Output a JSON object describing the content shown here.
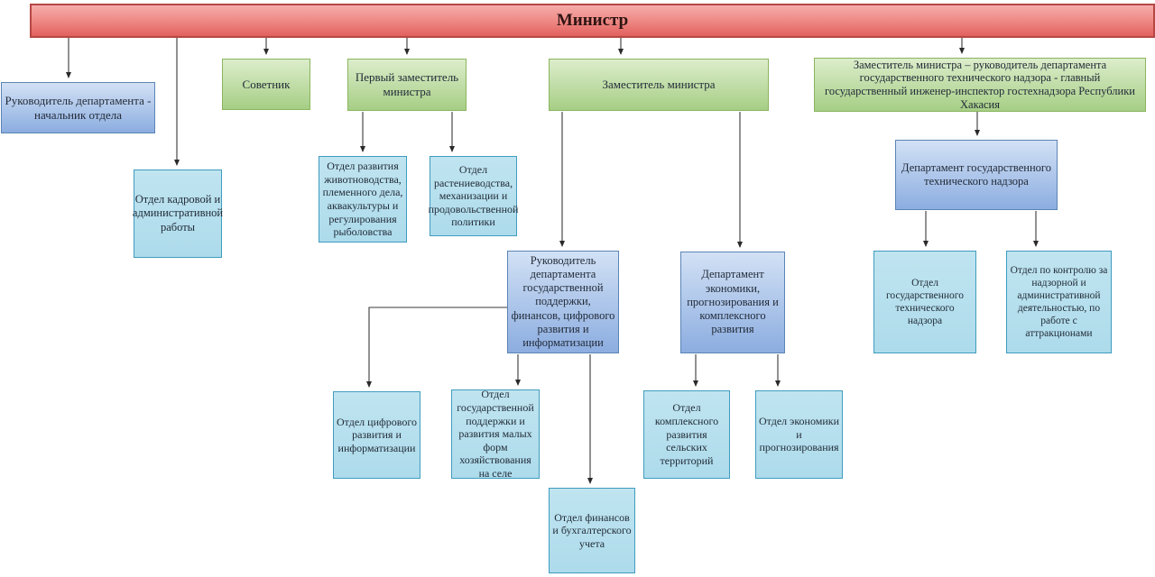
{
  "diagram": {
    "type": "org-chart",
    "language": "ru",
    "root": "Министр"
  },
  "palette": {
    "red_top": "#f5acaa",
    "red_bottom": "#e2615e",
    "red_border": "#b64743",
    "green_top": "#dcedcb",
    "green_bottom": "#a6ce85",
    "green_border": "#8ab55f",
    "cyan_fill": "#b7e0ee",
    "cyan_border": "#3f9cbf",
    "blue_top": "#d2e1f5",
    "blue_bottom": "#8cade0",
    "blue_border": "#5b84b5",
    "connector": "#3a3a3a"
  },
  "nodes": {
    "minister": {
      "label": "Министр",
      "level": 1
    },
    "dept_head": {
      "label": "Руководитель департамента - начальник отдела",
      "level": 2
    },
    "advisor": {
      "label": "Советник",
      "level": 2
    },
    "first_deputy": {
      "label": "Первый заместитель министра",
      "level": 2
    },
    "deputy": {
      "label": "Заместитель министра",
      "level": 2
    },
    "deputy_tech": {
      "label": "Заместитель министра – руководитель департамента государственного технического надзора - главный государственный инженер-инспектор гостехнадзора Республики Хакасия",
      "level": 2
    },
    "hr_admin": {
      "label": "Отдел кадровой и административной работы",
      "level": 3
    },
    "livestock": {
      "label": "Отдел развития животноводства, племенного дела, аквакультуры и регулирования рыболовства",
      "level": 3
    },
    "crops": {
      "label": "Отдел растениеводства, механизации и продовольственной политики",
      "level": 3
    },
    "support_head": {
      "label": "Руководитель департамента государственной поддержки, финансов, цифрового развития и информатизации",
      "level": 3
    },
    "econ_dept": {
      "label": "Департамент экономики, прогнозирования и комплексного развития",
      "level": 3
    },
    "tech_dept": {
      "label": "Департамент государственного технического надзора",
      "level": 3
    },
    "digital": {
      "label": "Отдел цифрового развития и информатизации",
      "level": 4
    },
    "small_farms": {
      "label": "Отдел государственной поддержки и развития малых форм хозяйствования на селе",
      "level": 4
    },
    "finance": {
      "label": "Отдел финансов и бухгалтерского учета",
      "level": 4
    },
    "rural_dev": {
      "label": "Отдел комплексного развития сельских территорий",
      "level": 4
    },
    "econ_forecast": {
      "label": "Отдел экономики и прогнозирования",
      "level": 4
    },
    "tech_supervision": {
      "label": "Отдел государственного технического надзора",
      "level": 4
    },
    "control_dept": {
      "label": "Отдел по контролю за надзорной и административной деятельностью, по работе с аттракционами",
      "level": 4
    }
  }
}
